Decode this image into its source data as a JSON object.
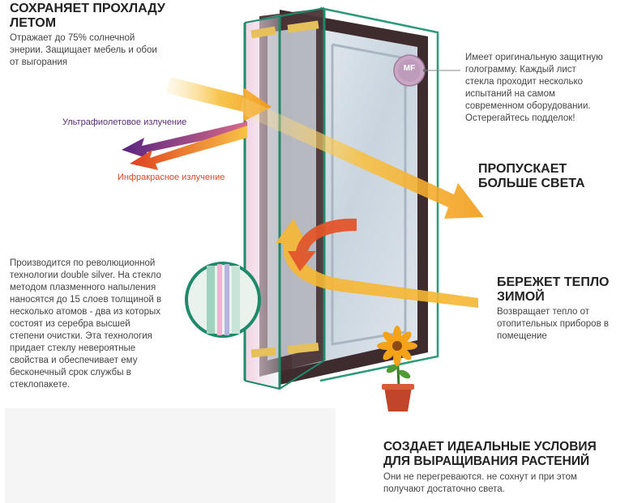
{
  "summer": {
    "heading_line1": "СОХРАНЯЕТ ПРОХЛАДУ",
    "heading_line2": "ЛЕТОМ",
    "text_line1": "Отражает до 75% солнечной",
    "text_line2": "энерии. Защищает мебель и обои",
    "text_line3": "от выгорания"
  },
  "labels": {
    "uv": "Ультрафиолетовое излучение",
    "ir": "Инфракрасное излучение"
  },
  "hologram": {
    "badge": "MF",
    "text_line1": "Имеет оригинальную защитную",
    "text_line2": "голограмму. Каждый лист",
    "text_line3": "стекла проходит несколько",
    "text_line4": "испытаний на самом",
    "text_line5": "современном оборудовании.",
    "text_line6": "Остерегайтесь подделок!"
  },
  "light": {
    "heading_line1": "ПРОПУСКАЕТ",
    "heading_line2": "БОЛЬШЕ СВЕТА"
  },
  "technology": {
    "text_line1": "Производится по революционной",
    "text_line2": "технологии double silver. На стекло",
    "text_line3": "методом плазменного напыления",
    "text_line4": "наносятся до 15 слоев толщиной в",
    "text_line5": "несколько атомов - два из которых",
    "text_line6": "состоят из серебра высшей",
    "text_line7": "степени очистки. Эта технология",
    "text_line8": "придает стеклу невероятные",
    "text_line9": "свойства и обеспечивает ему",
    "text_line10": "бесконечный срок службы в",
    "text_line11": "стеклопакете."
  },
  "winter": {
    "heading_line1": "БЕРЕЖЕТ ТЕПЛО",
    "heading_line2": "ЗИМОЙ",
    "text_line1": "Возвращает тепло от",
    "text_line2": "отопительных приборов в",
    "text_line3": "помещение"
  },
  "plants": {
    "heading_line1": "СОЗДАЕТ ИДЕАЛЬНЫЕ УСЛОВИЯ",
    "heading_line2": "ДЛЯ ВЫРАЩИВАНИЯ РАСТЕНИЙ",
    "text_line1": "Они не перегреваются. не сохнут и при этом",
    "text_line2": "получают достаточно света."
  },
  "colors": {
    "frame": "#3d2b2e",
    "glass_edge": "#1f8a6a",
    "sun_arrow": "#f6b733",
    "ir_arrow": "#e2552a",
    "uv_arrow": "#6b2c83"
  }
}
